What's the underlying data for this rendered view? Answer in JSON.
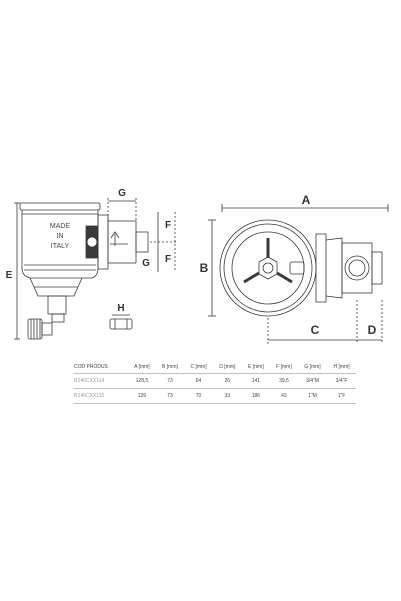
{
  "dimension_labels": {
    "A": "A",
    "B": "B",
    "C": "C",
    "D": "D",
    "E": "E",
    "F": "F",
    "G": "G",
    "H": "H"
  },
  "embossing": [
    "MADE",
    "IN",
    "ITALY"
  ],
  "table": {
    "headers": [
      "COD PRODUS",
      "A [mm]",
      "B [mm]",
      "C [mm]",
      "D [mm]",
      "E [mm]",
      "F [mm]",
      "G [mm]",
      "H [mm]"
    ],
    "rows": [
      [
        "R146CXX114",
        "128,5",
        "73",
        "64",
        "26",
        "141",
        "39,5",
        "3/4\"M",
        "3/4\"F"
      ],
      [
        "R146CXX115",
        "139",
        "73",
        "70",
        "33",
        "186",
        "43",
        "1\"M",
        "1\"F"
      ]
    ]
  },
  "colors": {
    "line": "#3a3a3a",
    "text": "#333333",
    "code": "#9a9a9a",
    "rule": "#bfbfbf"
  }
}
